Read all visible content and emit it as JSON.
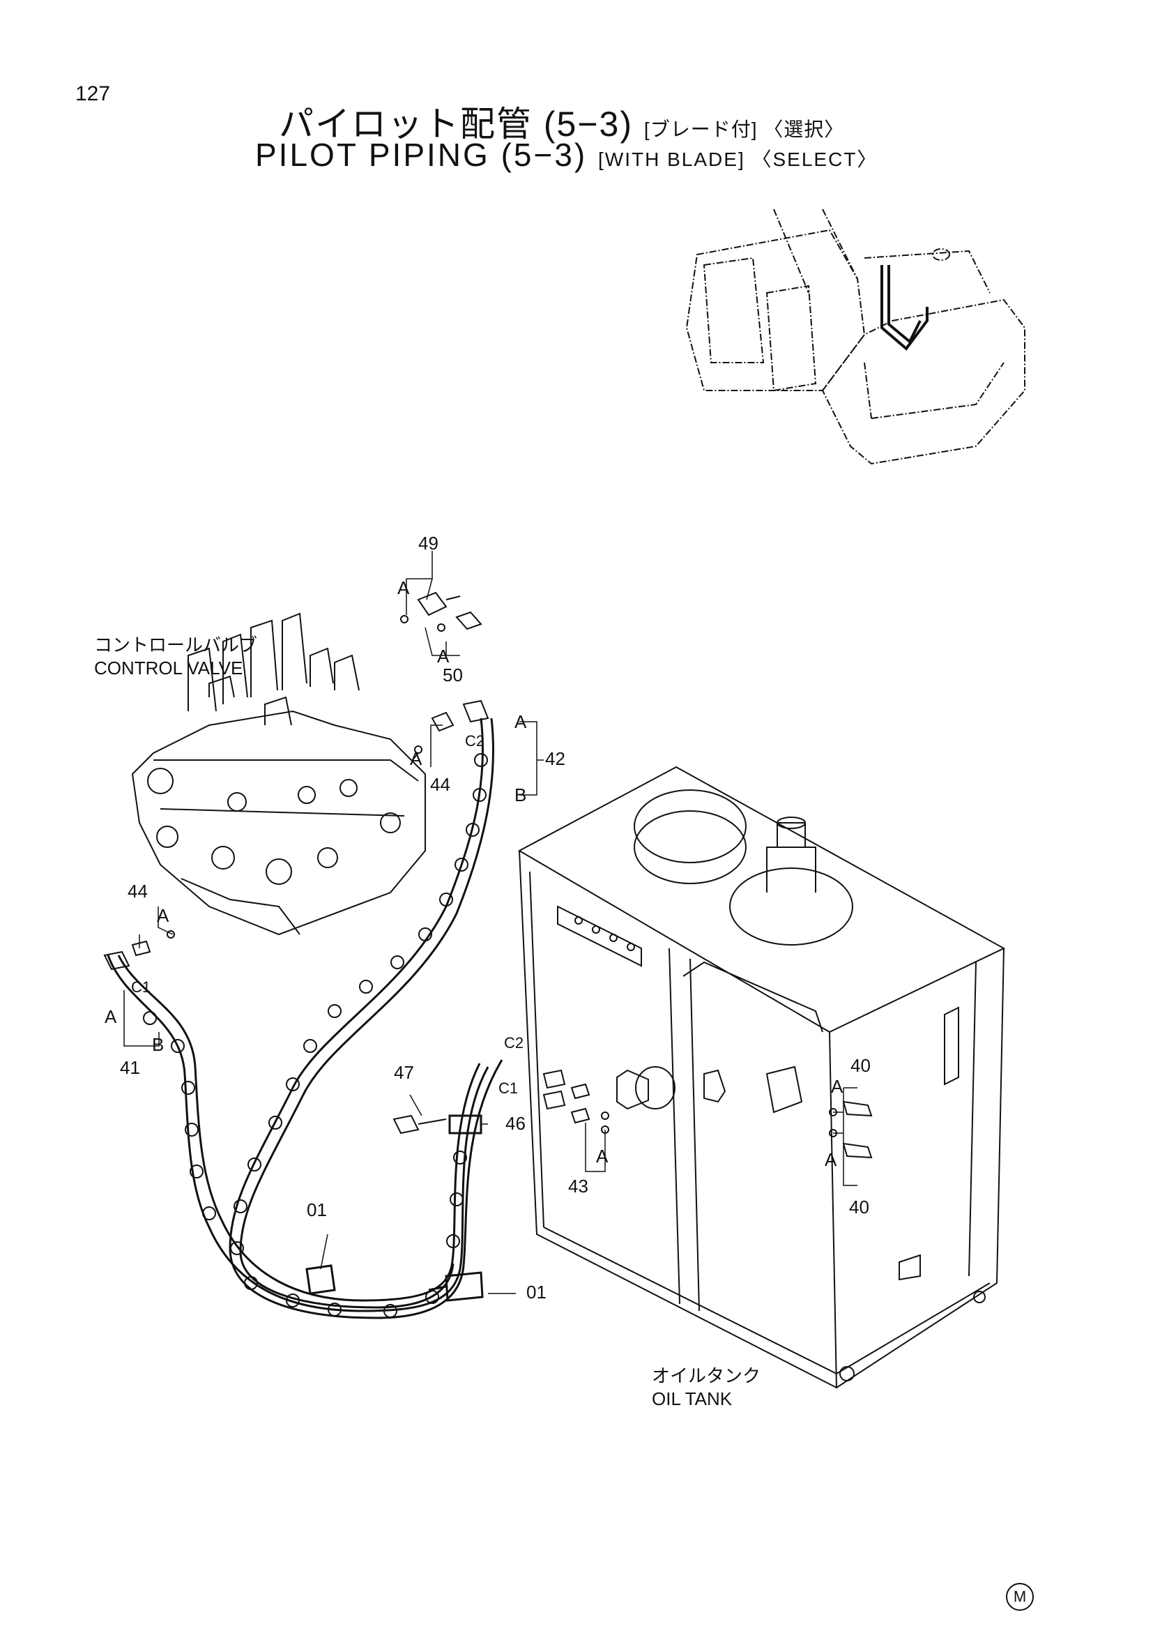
{
  "page_number": "127",
  "title_jp": {
    "main": "パイロット配管 (5−3)",
    "suffix": "[ブレード付] 〈選択〉"
  },
  "title_en": {
    "main": "PILOT PIPING (5−3)",
    "suffix": "[WITH BLADE] 〈SELECT〉"
  },
  "components": {
    "control_valve": {
      "label_jp": "コントロールバルブ",
      "label_en": "CONTROL VALVE"
    },
    "oil_tank": {
      "label_jp": "オイルタンク",
      "label_en": "OIL TANK"
    }
  },
  "part_callouts": {
    "p49": "49",
    "p50": "50",
    "p44_top": "44",
    "p44_left": "44",
    "p42": "42",
    "p41": "41",
    "p47": "47",
    "p46": "46",
    "p01_left": "01",
    "p01_right": "01",
    "p43": "43",
    "p40_top": "40",
    "p40_bottom": "40"
  },
  "port_labels": {
    "A": "A",
    "B": "B",
    "C1": "C1",
    "C2": "C2"
  },
  "footer_mark": "M"
}
